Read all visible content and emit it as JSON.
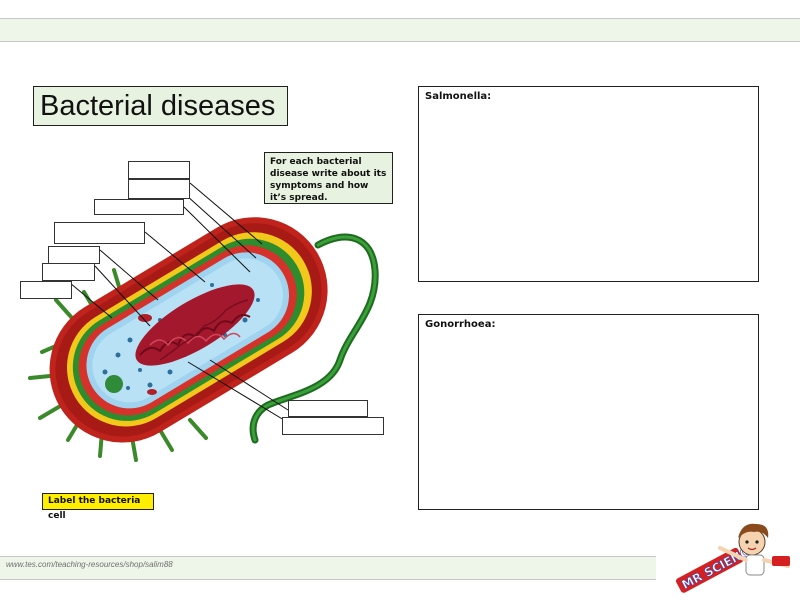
{
  "header": {
    "band": ""
  },
  "title": "Bacterial diseases",
  "instruction": "For each bacterial disease write about its symptoms and how it’s spread.",
  "label_task": "Label the bacteria cell",
  "panels": {
    "salmonella": "Salmonella:",
    "gonorrhoea": "Gonorrhoea:"
  },
  "footer": {
    "url": "www.tes.com/teaching-resources/shop/salim88"
  },
  "logo": {
    "text": "MR SCIENCE"
  },
  "colors": {
    "band": "#eef5e9",
    "title_bg": "#e8f2e1",
    "label_task_bg": "#ffee00",
    "cell_wall": "#c0221c",
    "cell_membrane_yellow": "#f2c81a",
    "cell_green": "#2e8b2e",
    "cytoplasm": "#9fd3ef",
    "nucleoid": "#a3182c",
    "flagellum": "#2a7a2a"
  }
}
